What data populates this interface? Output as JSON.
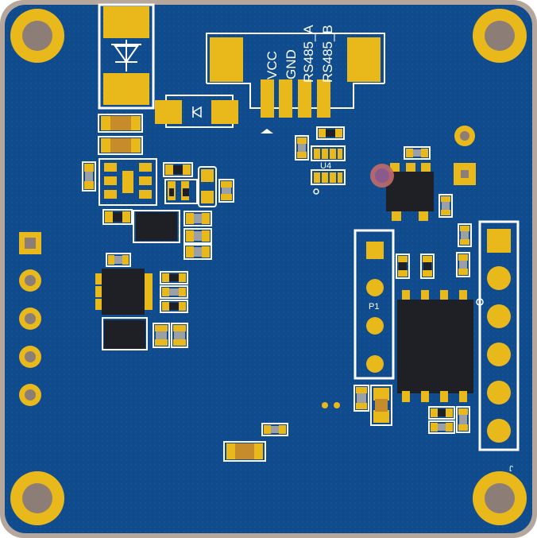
{
  "silkscreen": {
    "vcc": "VCC",
    "gnd": "GND",
    "rs485_a": "RS485_A",
    "rs485_b": "RS485_B",
    "u4": "U4",
    "p1": "P1",
    "j1": "J"
  },
  "colors": {
    "board_edge": "#b6a79d",
    "board": "#0e4a8c",
    "board_light": "#155aa3",
    "copper_pad": "#e9b81a",
    "silkscreen": "#ffffff",
    "component_body": "#1f1f26",
    "ceramic_body": "#9aa0a6",
    "drill_hole": "#8d7d77"
  }
}
